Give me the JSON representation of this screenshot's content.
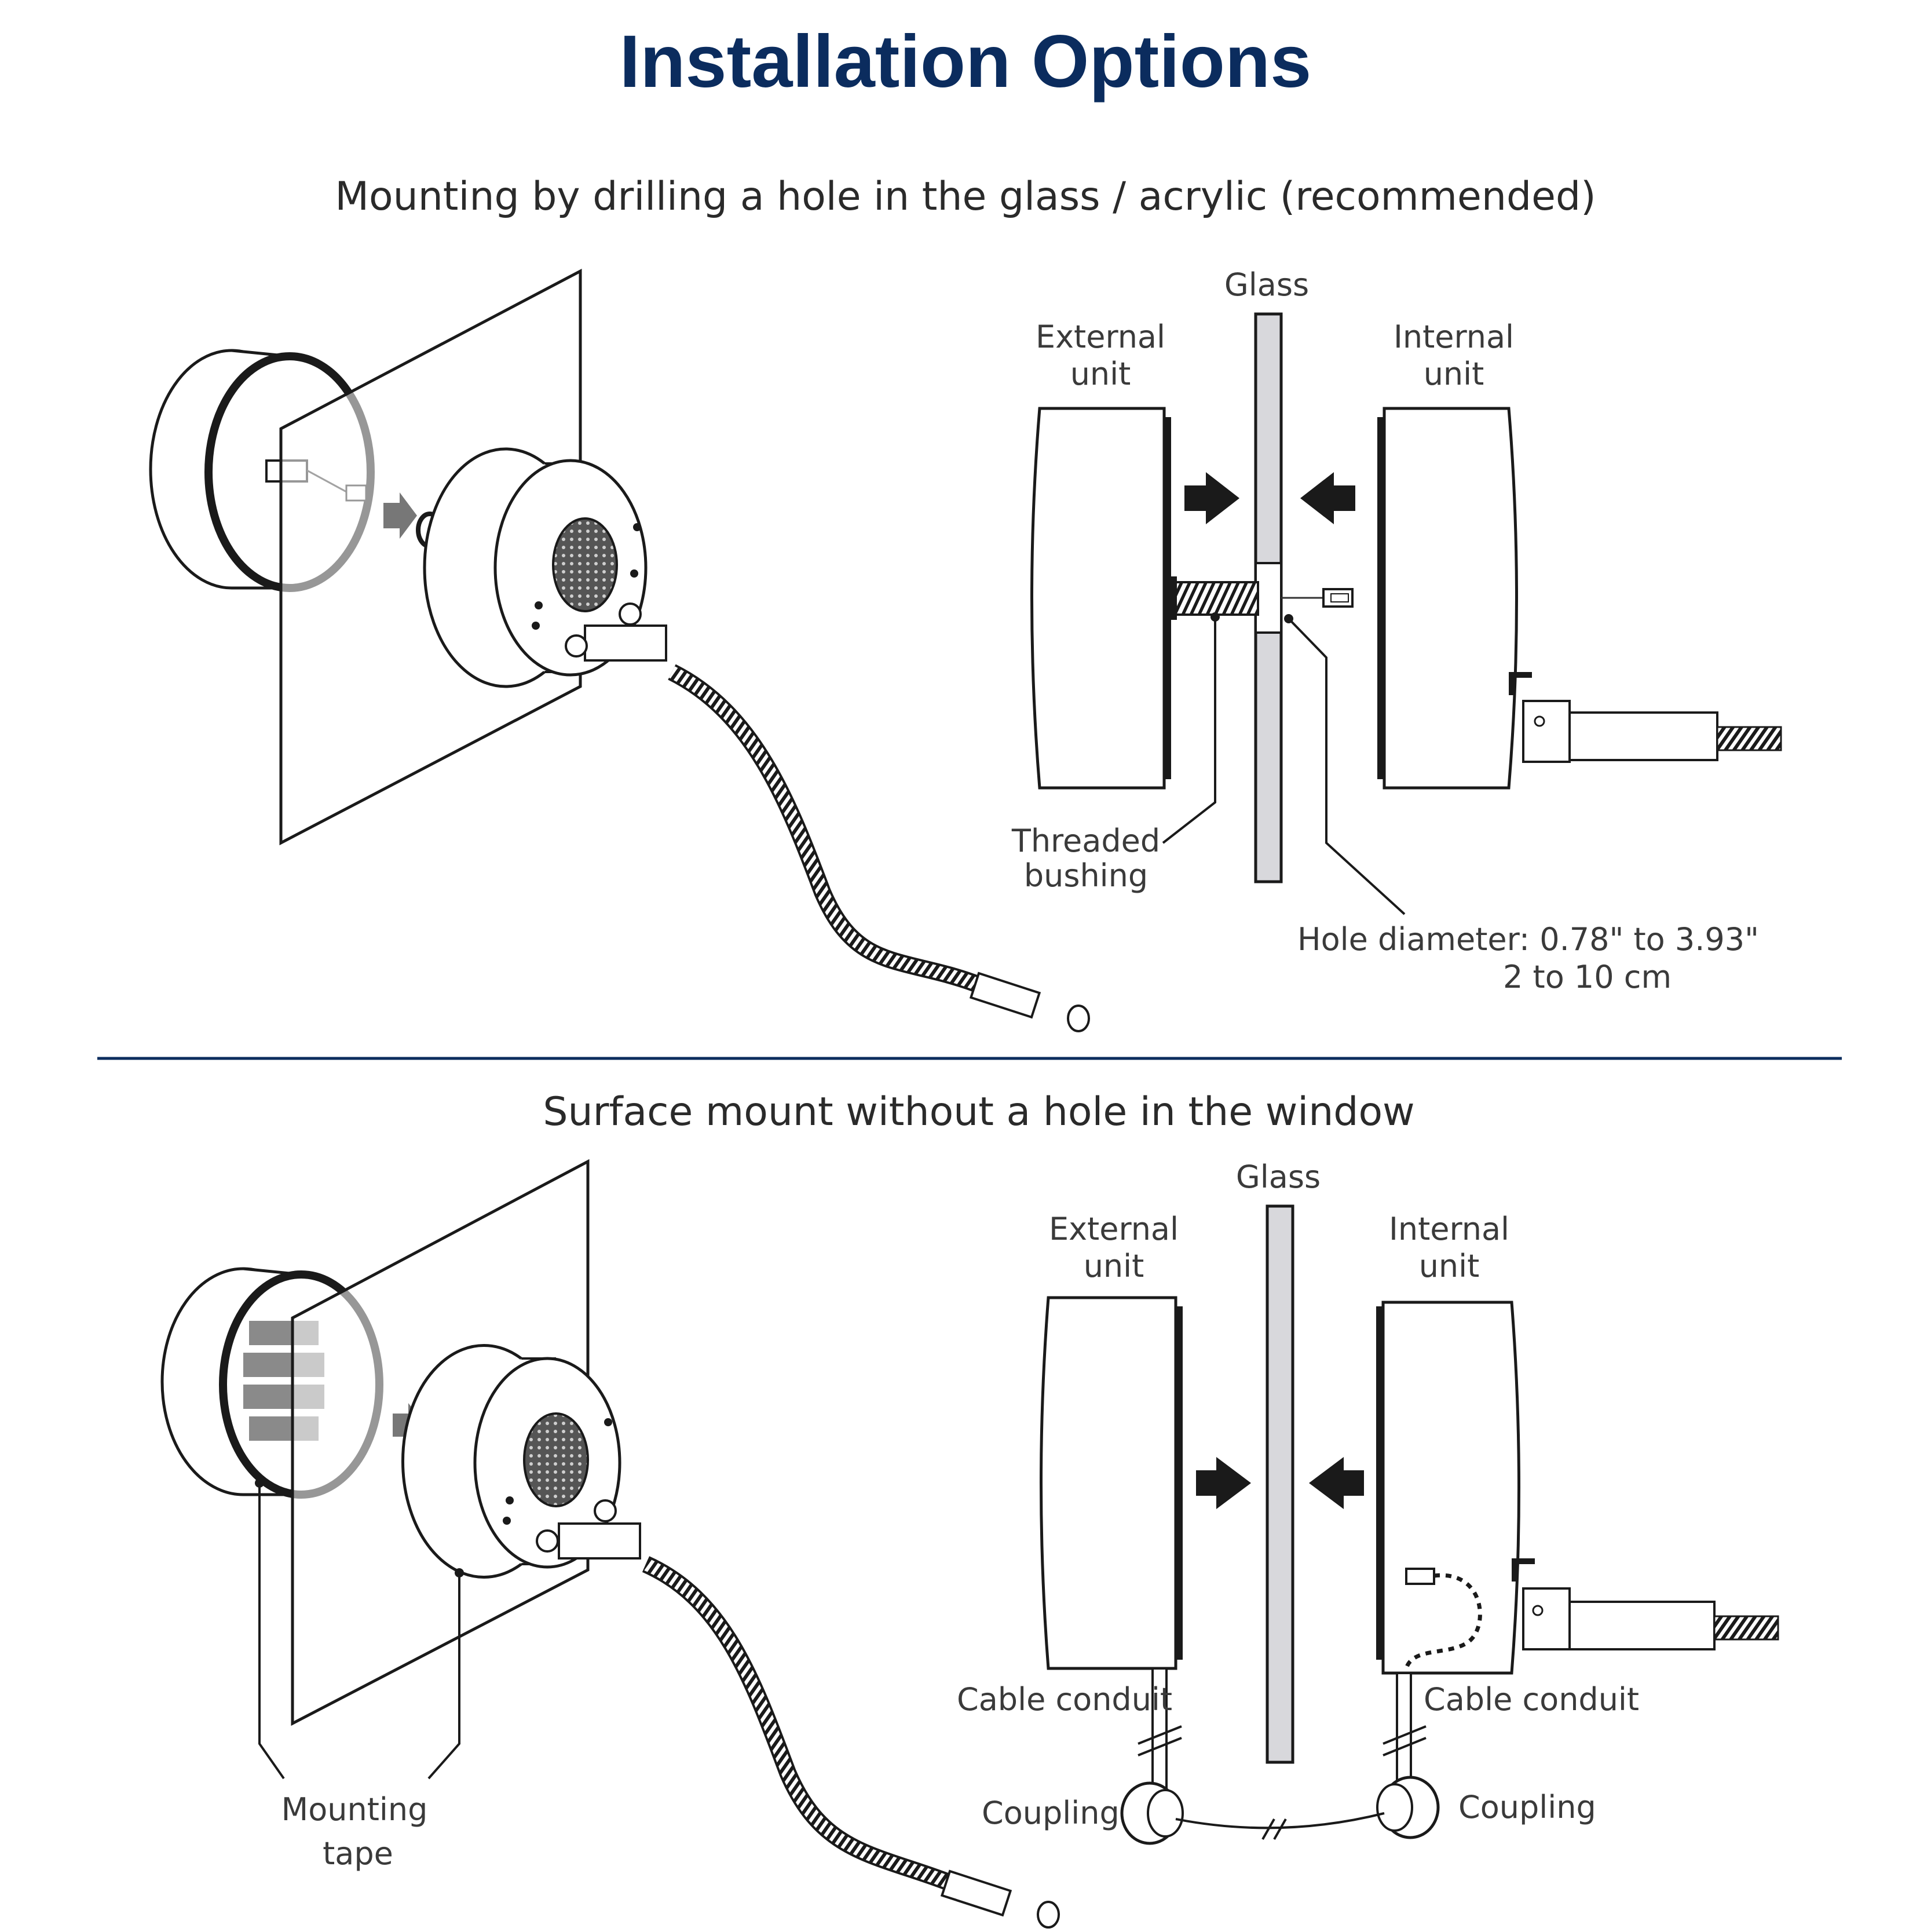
{
  "title": "Installation Options",
  "section1": {
    "heading": "Mounting by drilling a hole in the glass / acrylic (recommended)",
    "glass_label": "Glass",
    "external_line1": "External",
    "external_line2": "unit",
    "internal_line1": "Internal",
    "internal_line2": "unit",
    "bushing_line1": "Threaded",
    "bushing_line2": "bushing",
    "hole_line1": "Hole diameter: 0.78\" to 3.93\"",
    "hole_line2": "2 to 10 cm"
  },
  "section2": {
    "heading": "Surface mount without a hole in the window",
    "glass_label": "Glass",
    "external_line1": "External",
    "external_line2": "unit",
    "internal_line1": "Internal",
    "internal_line2": "unit",
    "conduit_left": "Cable conduit",
    "conduit_right": "Cable conduit",
    "coupling_left": "Coupling",
    "coupling_right": "Coupling",
    "tape_line1": "Mounting",
    "tape_line2": "tape"
  },
  "colors": {
    "title": "#0b2c5e",
    "divider": "#0b2c5e",
    "glass": "#d8d8dc"
  }
}
